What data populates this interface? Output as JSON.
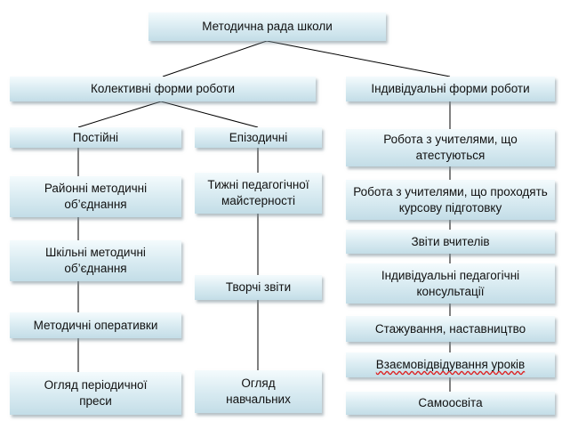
{
  "diagram": {
    "root": "Методична рада школи",
    "collective": "Колективні форми роботи",
    "individual": "Індивідуальні форми роботи",
    "permanent": "Постійні",
    "episodic": "Епізодичні",
    "permanent_items": [
      "Районні методичні об’єднання",
      "Шкільні методичні об’єднання",
      "Методичні оперативки",
      "Огляд періодичної преси"
    ],
    "episodic_items": [
      "Тижні педагогічної майстерності",
      "Творчі звіти",
      "Огляд навчальних"
    ],
    "individual_items": [
      "Робота з учителями, що атестуються",
      "Робота з учителями, що проходять курсову підготовку",
      "Звіти вчителів",
      "Індивідуальні педагогічні консультації",
      "Стажування, наставництво",
      "Взаємовідвідування уроків",
      "Самоосвіта"
    ]
  }
}
